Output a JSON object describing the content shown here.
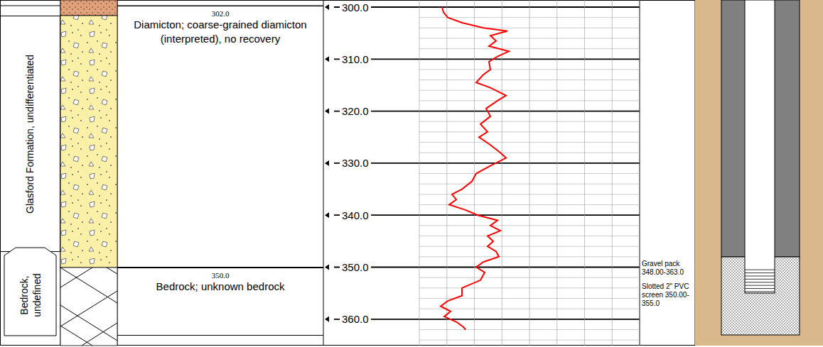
{
  "diagram": {
    "nodes": [
      {
        "text": [
          "Glasford Formation, undifferentiated"
        ]
      },
      {
        "text": [
          "Bedrock, undefined"
        ]
      },
      {
        "text": [
          "302.0",
          "Diamicton; coarse-grained diamicton (interpreted), no recovery"
        ]
      },
      {
        "text": [
          "350.0",
          "Bedrock; unknown bedrock"
        ]
      }
    ],
    "labels": [
      "300.0",
      "310.0",
      "320.0",
      "330.0",
      "340.0",
      "350.0",
      "360.0",
      "Gravel pack 348.00-363.0",
      "Slotted 2\" PVC screen 350.00-355.0"
    ]
  }
}
